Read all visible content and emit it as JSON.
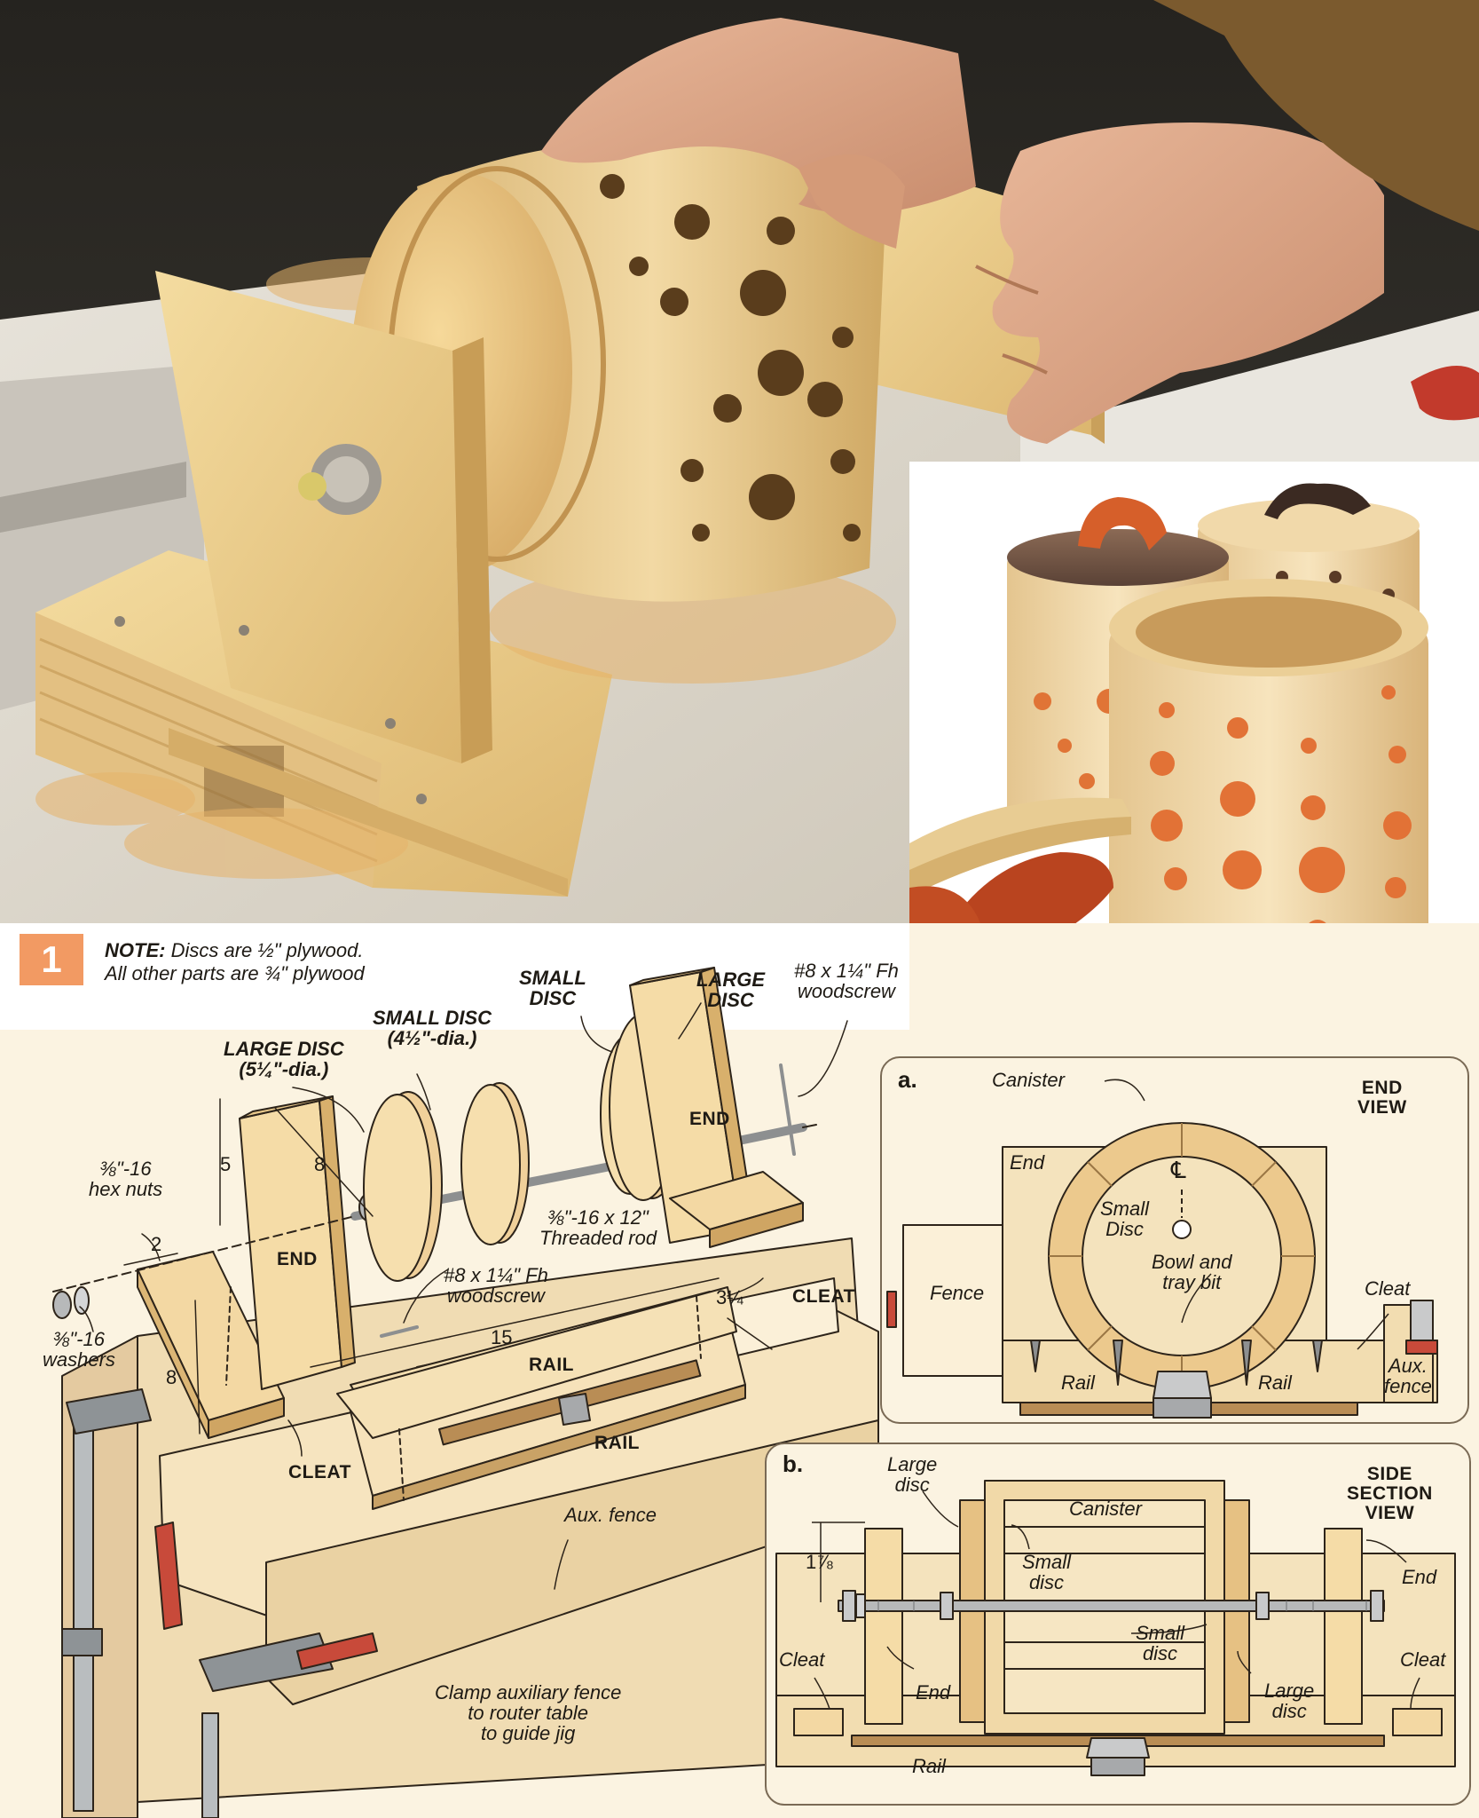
{
  "colors": {
    "diagram_bg": "#fbf3e1",
    "wood_light": "#f3dca8",
    "wood_mid": "#e9c88a",
    "wood_edge": "#d9ad6a",
    "badge": "#f29a63",
    "inset_border": "#7a6a55",
    "photo_bg_dark": "#2e2c28",
    "canister_wood": "#ecd3a8",
    "accent_orange": "#e06a2c"
  },
  "figure": {
    "badge": "1",
    "note_line1_prefix": "NOTE:",
    "note_line1": "Discs are ½\" plywood.",
    "note_line2": "All other parts are ¾\" plywood"
  },
  "main_diagram": {
    "labels": {
      "small_disc_top": "SMALL\nDISC",
      "large_disc_top": "LARGE\nDISC",
      "woodscrew_top": "#8 x 1¼\" Fh\nwoodscrew",
      "small_disc_dia": "SMALL DISC\n(4½\"-dia.)",
      "large_disc_dia": "LARGE DISC\n(5¼\"-dia.)",
      "hex_nuts": "⅜\"-16\nhex nuts",
      "washers": "⅜\"-16\nwashers",
      "end_left": "END",
      "end_right": "END",
      "threaded_rod": "⅜\"-16 x 12\"\nThreaded rod",
      "woodscrew_mid": "#8 x 1¼\" Fh\nwoodscrew",
      "cleat_right": "CLEAT",
      "cleat_left": "CLEAT",
      "rail_top": "RAIL",
      "rail_bottom": "RAIL",
      "aux_fence": "Aux. fence",
      "clamp_note": "Clamp auxiliary fence\nto router table\nto guide jig"
    },
    "dimensions": {
      "d5": "5",
      "d8_top": "8",
      "d2": "2",
      "d8_left": "8",
      "d15": "15",
      "d3_25": "3¼"
    }
  },
  "inset_a": {
    "letter": "a.",
    "title": "END\nVIEW",
    "labels": {
      "canister": "Canister",
      "end": "End",
      "centerline": "℄",
      "small_disc": "Small\nDisc",
      "bowl_bit": "Bowl and\ntray bit",
      "fence": "Fence",
      "cleat": "Cleat",
      "rail_left": "Rail",
      "rail_right": "Rail",
      "aux_fence": "Aux.\nfence"
    }
  },
  "inset_b": {
    "letter": "b.",
    "title": "SIDE\nSECTION\nVIEW",
    "labels": {
      "large_disc_top": "Large\ndisc",
      "canister": "Canister",
      "small_disc_top": "Small\ndisc",
      "dim_1_875": "1⅞",
      "end_right": "End",
      "small_disc_mid": "Small\ndisc",
      "cleat_left": "Cleat",
      "cleat_right": "Cleat",
      "end_left": "End",
      "large_disc_bottom": "Large\ndisc",
      "rail": "Rail"
    }
  }
}
